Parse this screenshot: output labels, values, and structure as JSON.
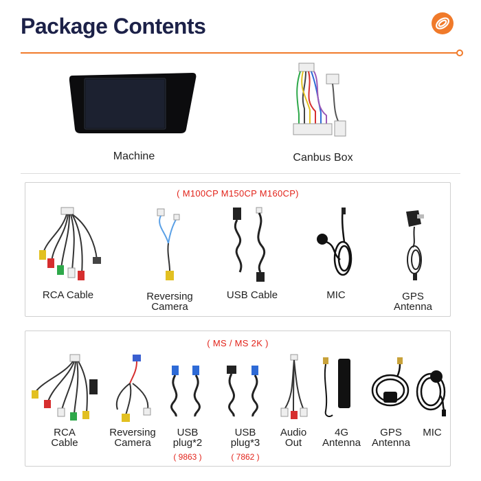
{
  "header": {
    "title": "Package Contents",
    "logo_icon": "spiral-logo-icon",
    "accent": "#f07a2a",
    "title_color": "#1c2148"
  },
  "top_items": [
    {
      "label": "Machine",
      "icon": "head-unit-icon"
    },
    {
      "label": "Canbus Box",
      "icon": "canbus-harness-icon"
    }
  ],
  "group1": {
    "subtitle": "( M100CP M150CP M160CP)",
    "items": [
      {
        "label": "RCA Cable",
        "icon": "rca-cable-icon"
      },
      {
        "label_lines": [
          "Reversing",
          "Camera"
        ],
        "icon": "camera-cable-icon"
      },
      {
        "label": "USB Cable",
        "icon": "usb-cable-icon"
      },
      {
        "label": "MIC",
        "icon": "mic-icon"
      },
      {
        "label_lines": [
          "GPS",
          "Antenna"
        ],
        "icon": "gps-antenna-icon"
      }
    ]
  },
  "group2": {
    "subtitle": "( MS / MS 2K )",
    "items": [
      {
        "label_lines": [
          "RCA",
          "Cable"
        ],
        "icon": "rca-cable-icon"
      },
      {
        "label_lines": [
          "Reversing",
          "Camera"
        ],
        "icon": "camera-cable-icon"
      },
      {
        "label_lines": [
          "USB",
          "plug*2"
        ],
        "code": "( 9863 )",
        "icon": "usb-plug-icon"
      },
      {
        "label_lines": [
          "USB",
          "plug*3"
        ],
        "code": "( 7862 )",
        "icon": "usb-plug-icon"
      },
      {
        "label_lines": [
          "Audio",
          "Out"
        ],
        "icon": "audio-out-icon"
      },
      {
        "label_lines": [
          "4G",
          "Antenna"
        ],
        "icon": "4g-antenna-icon"
      },
      {
        "label_lines": [
          "GPS",
          "Antenna"
        ],
        "icon": "gps-antenna-icon"
      },
      {
        "label": "MIC",
        "icon": "mic-icon"
      }
    ]
  }
}
